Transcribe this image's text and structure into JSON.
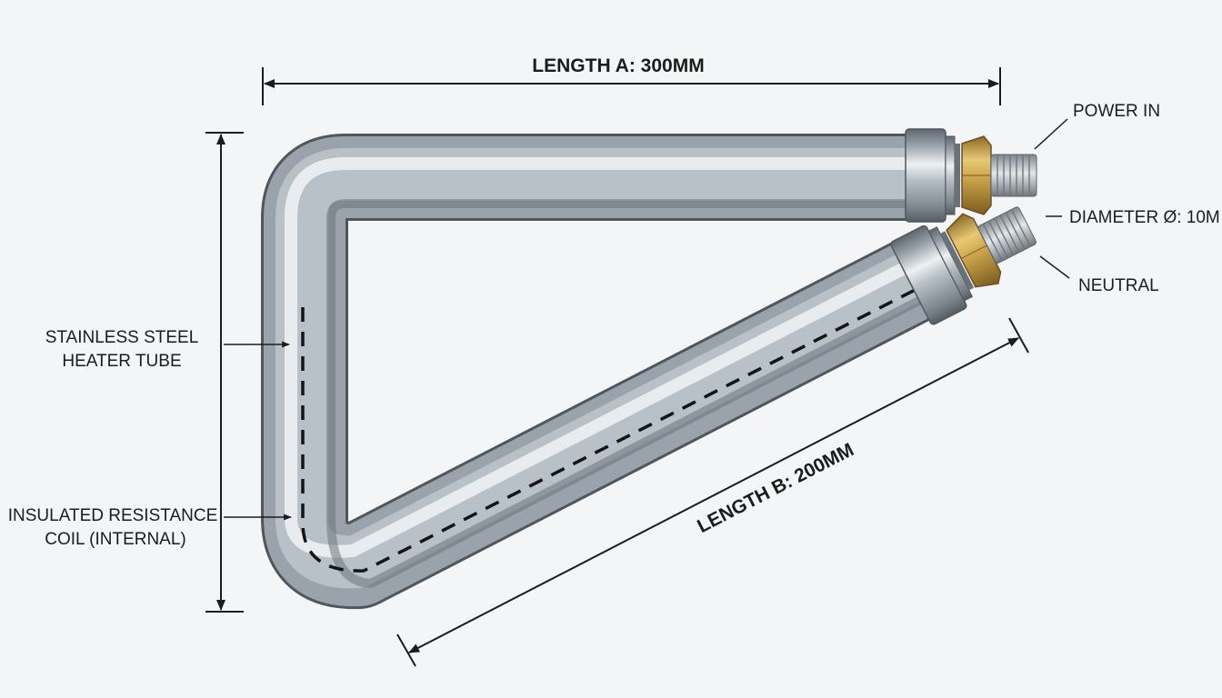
{
  "dimensions": {
    "length_a": "LENGTH A: 300MM",
    "length_b": "LENGTH B: 200MM"
  },
  "callouts": {
    "power_in": "POWER IN",
    "diameter": "DIAMETER Ø: 10M",
    "neutral": "NEUTRAL",
    "tube_line1": "STAINLESS STEEL",
    "tube_line2": "HEATER TUBE",
    "coil_line1": "INSULATED RESISTANCE",
    "coil_line2": "COIL (INTERNAL)"
  },
  "colors": {
    "tube_steel": "#9aa3ab",
    "brass_nut": "#c9a24a",
    "dimension_line": "#1c1c1c"
  }
}
